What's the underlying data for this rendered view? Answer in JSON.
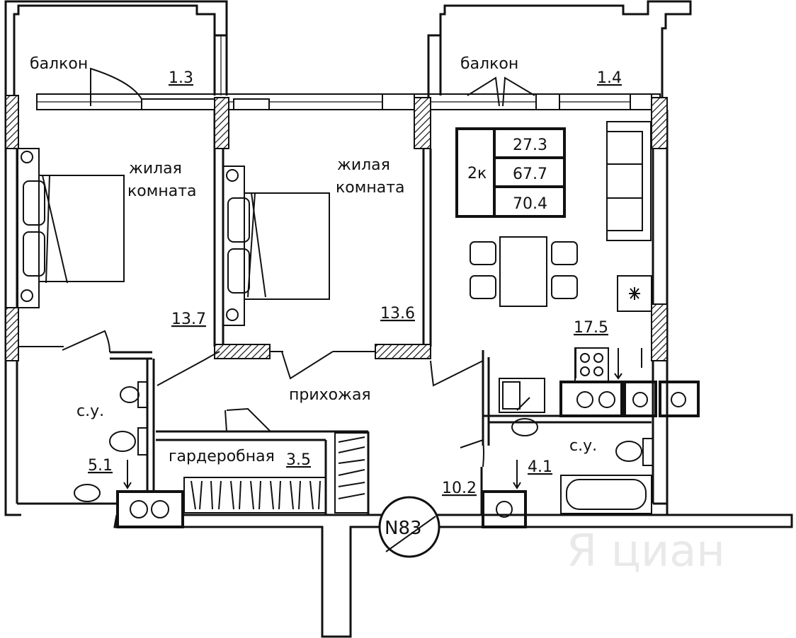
{
  "rooms": [
    {
      "id": "balcony-left",
      "label": "балкон",
      "area": "1.3"
    },
    {
      "id": "balcony-right",
      "label": "балкон",
      "area": "1.4"
    },
    {
      "id": "bedroom-left",
      "label": [
        "жилая",
        "комната"
      ],
      "area": "13.7"
    },
    {
      "id": "bedroom-mid",
      "label": [
        "жилая",
        "комната"
      ],
      "area": "13.6"
    },
    {
      "id": "living-kitchen",
      "label": "",
      "area": "17.5"
    },
    {
      "id": "hallway",
      "label": "прихожая",
      "area": "10.2"
    },
    {
      "id": "bathroom-left",
      "label": "с.у.",
      "area": "5.1"
    },
    {
      "id": "bathroom-right",
      "label": "с.у.",
      "area": "4.1"
    },
    {
      "id": "wardrobe",
      "label": "гардеробная",
      "area": "3.5"
    }
  ],
  "summary": {
    "rooms": "2к",
    "living_area": "27.3",
    "total_area": "67.7",
    "total_with_balconies": "70.4"
  },
  "unit_number": "N83",
  "watermark": "Я циан",
  "colors": {
    "line": "#111111",
    "background": "#ffffff",
    "watermark": "#e9e9e9"
  }
}
